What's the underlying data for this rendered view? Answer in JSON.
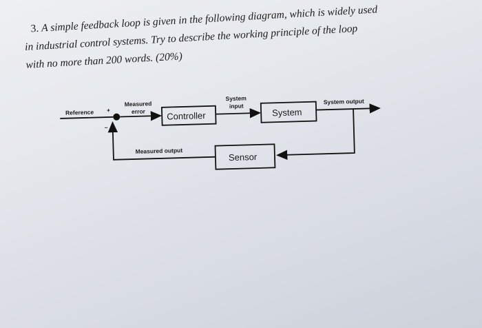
{
  "question": {
    "number": "3.",
    "line1": "A simple feedback loop is given in the following diagram, which is widely used",
    "line2": "in industrial control systems. Try to describe the working principle of the loop",
    "line3": "with no more than 200 words. (20%)"
  },
  "diagram": {
    "reference_label": "Reference",
    "plus_sign": "+",
    "minus_sign": "−",
    "measured_error_line1": "Measured",
    "measured_error_line2": "error",
    "controller_label": "Controller",
    "system_input_line1": "System",
    "system_input_line2": "input",
    "system_label": "System",
    "system_output_label": "System output",
    "sensor_label": "Sensor",
    "measured_output_label": "Measured output"
  }
}
